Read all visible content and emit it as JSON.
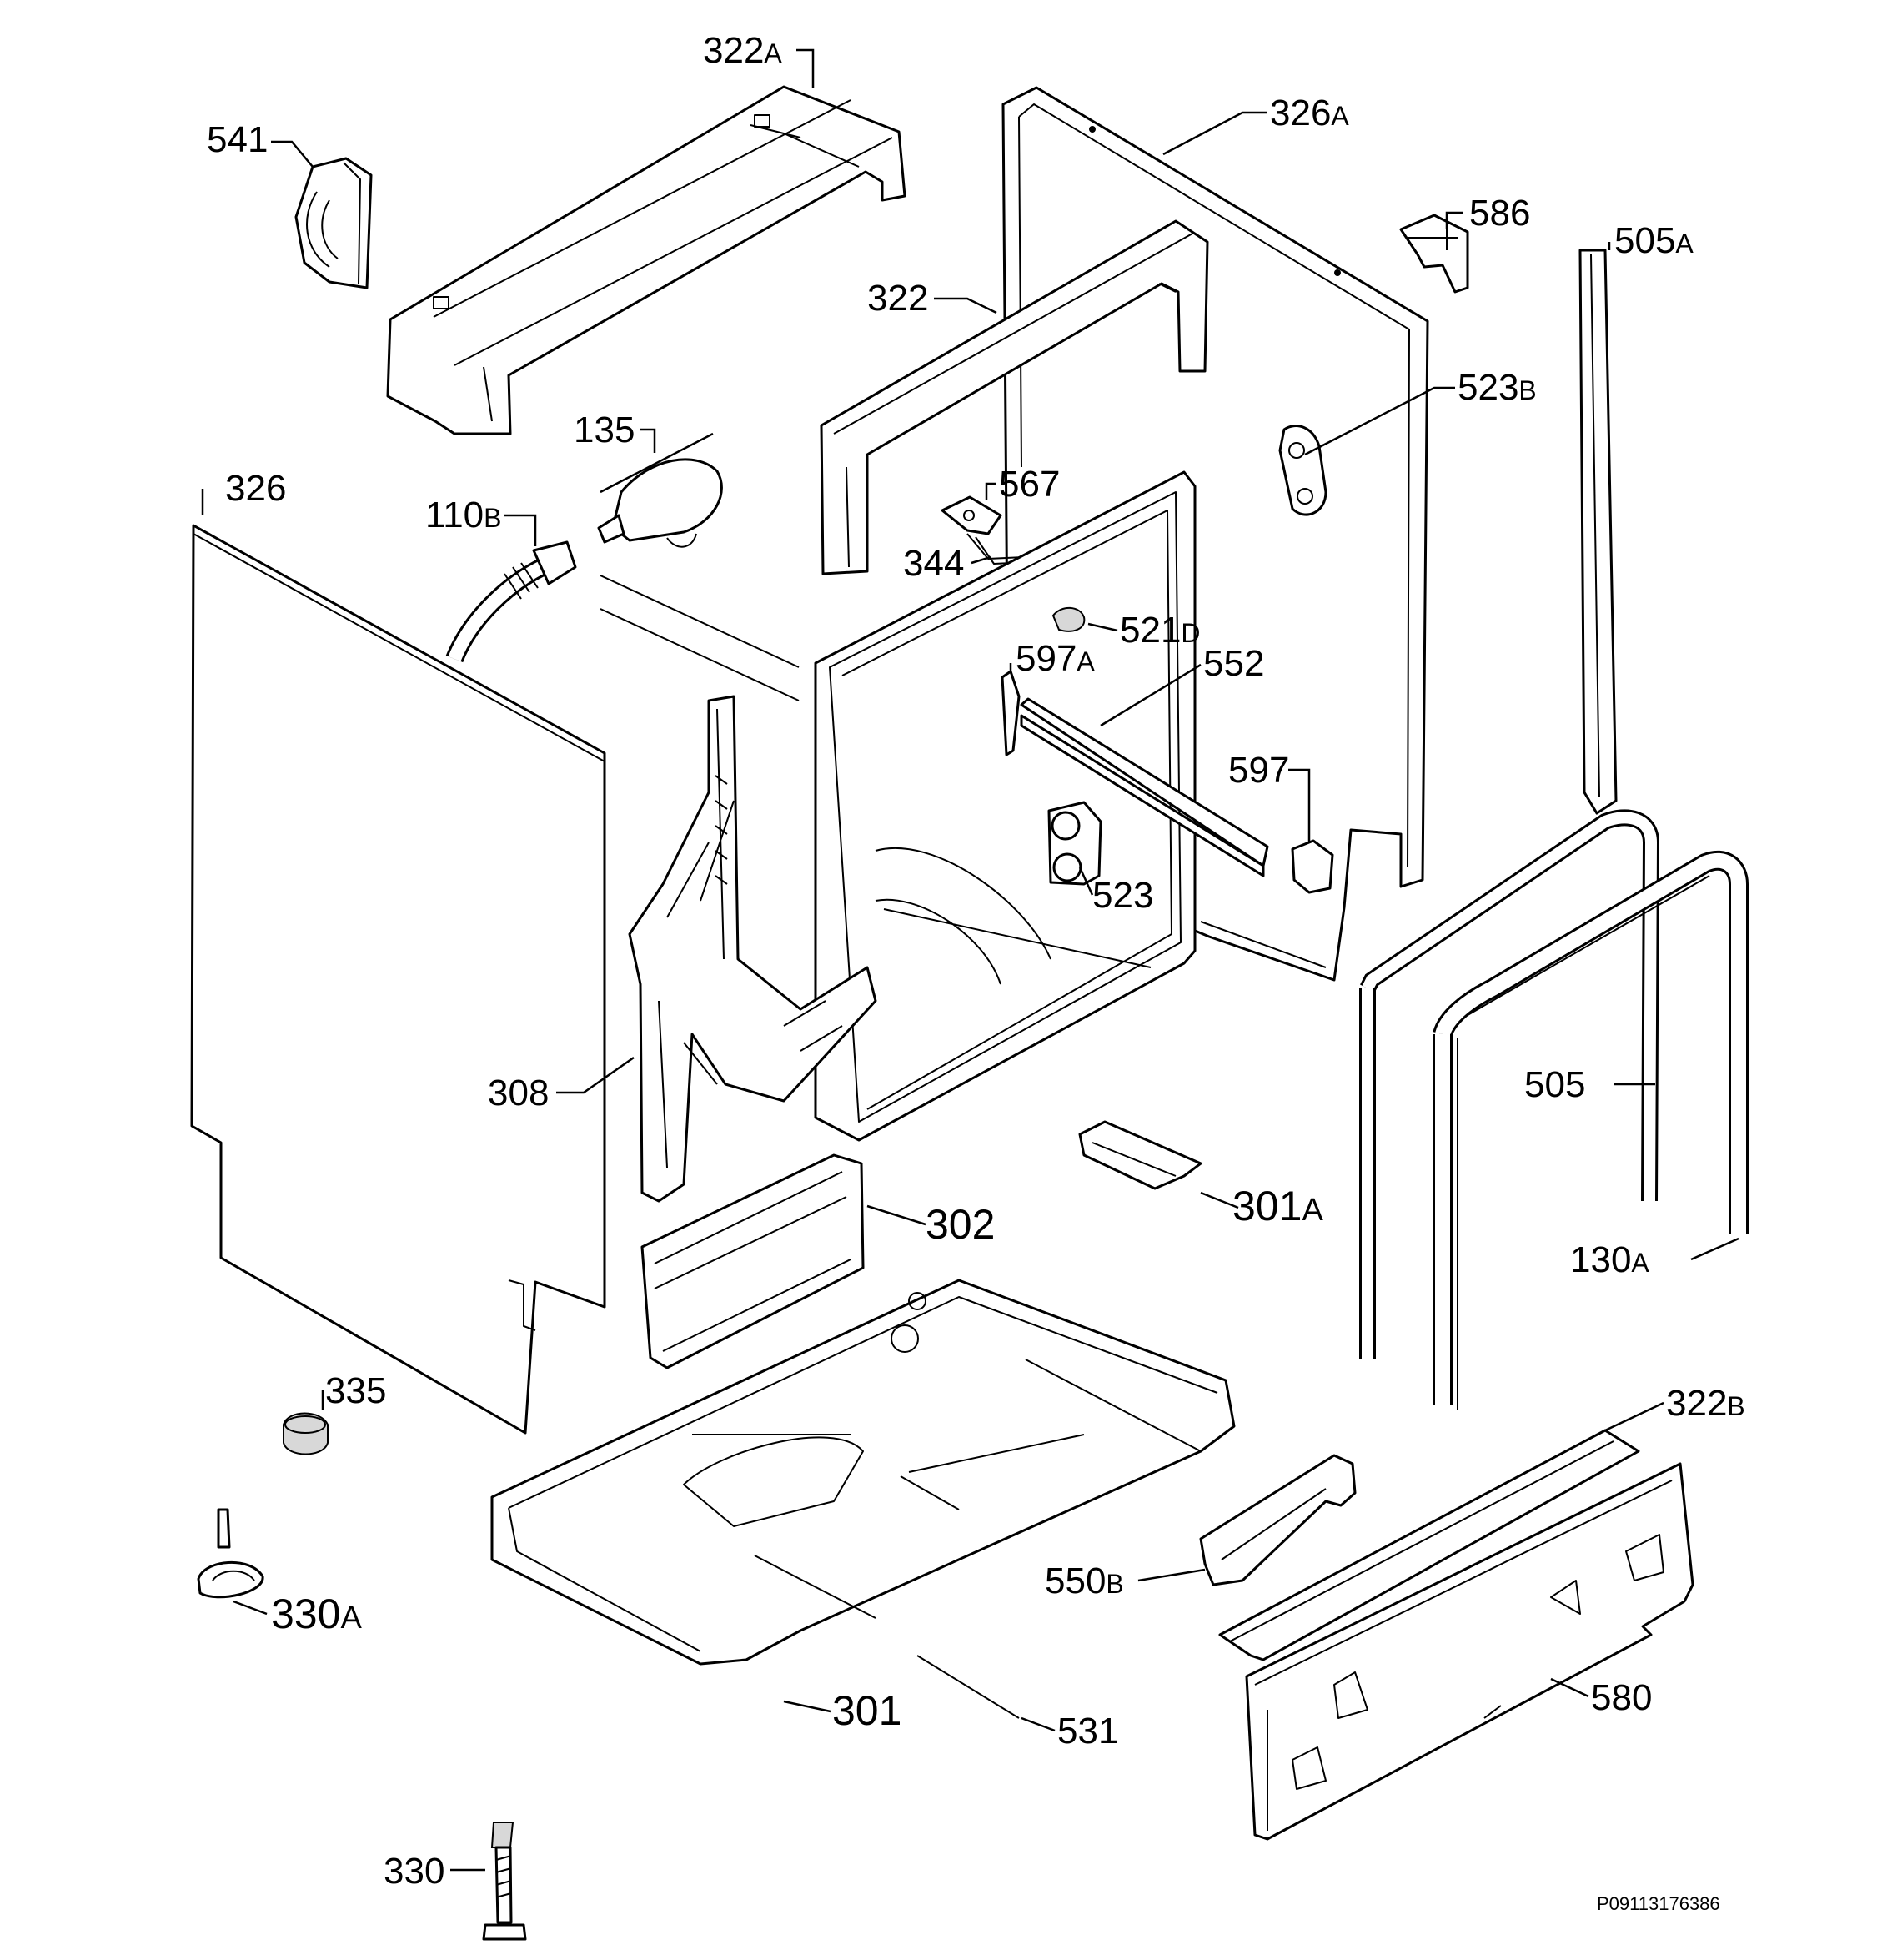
{
  "diagram_code": "P09113176386",
  "labels": {
    "l322A": {
      "num": "322",
      "suf": "A"
    },
    "l541": {
      "num": "541",
      "suf": ""
    },
    "l326A": {
      "num": "326",
      "suf": "A"
    },
    "l586": {
      "num": "586",
      "suf": ""
    },
    "l505A": {
      "num": "505",
      "suf": "A"
    },
    "l322": {
      "num": "322",
      "suf": ""
    },
    "l523B": {
      "num": "523",
      "suf": "B"
    },
    "l135": {
      "num": "135",
      "suf": ""
    },
    "l567": {
      "num": "567",
      "suf": ""
    },
    "l326": {
      "num": "326",
      "suf": ""
    },
    "l110B": {
      "num": "110",
      "suf": "B"
    },
    "l344": {
      "num": "344",
      "suf": ""
    },
    "l521D": {
      "num": "521",
      "suf": "D"
    },
    "l597A": {
      "num": "597",
      "suf": "A"
    },
    "l552": {
      "num": "552",
      "suf": ""
    },
    "l597": {
      "num": "597",
      "suf": ""
    },
    "l523": {
      "num": "523",
      "suf": ""
    },
    "l308": {
      "num": "308",
      "suf": ""
    },
    "l505": {
      "num": "505",
      "suf": ""
    },
    "l302": {
      "num": "302",
      "suf": ""
    },
    "l301A": {
      "num": "301",
      "suf": "A"
    },
    "l130A": {
      "num": "130",
      "suf": "A"
    },
    "l335": {
      "num": "335",
      "suf": ""
    },
    "l322B": {
      "num": "322",
      "suf": "B"
    },
    "l550B": {
      "num": "550",
      "suf": "B"
    },
    "l330A": {
      "num": "330",
      "suf": "A"
    },
    "l580": {
      "num": "580",
      "suf": ""
    },
    "l301": {
      "num": "301",
      "suf": ""
    },
    "l531": {
      "num": "531",
      "suf": ""
    },
    "l330": {
      "num": "330",
      "suf": ""
    }
  }
}
